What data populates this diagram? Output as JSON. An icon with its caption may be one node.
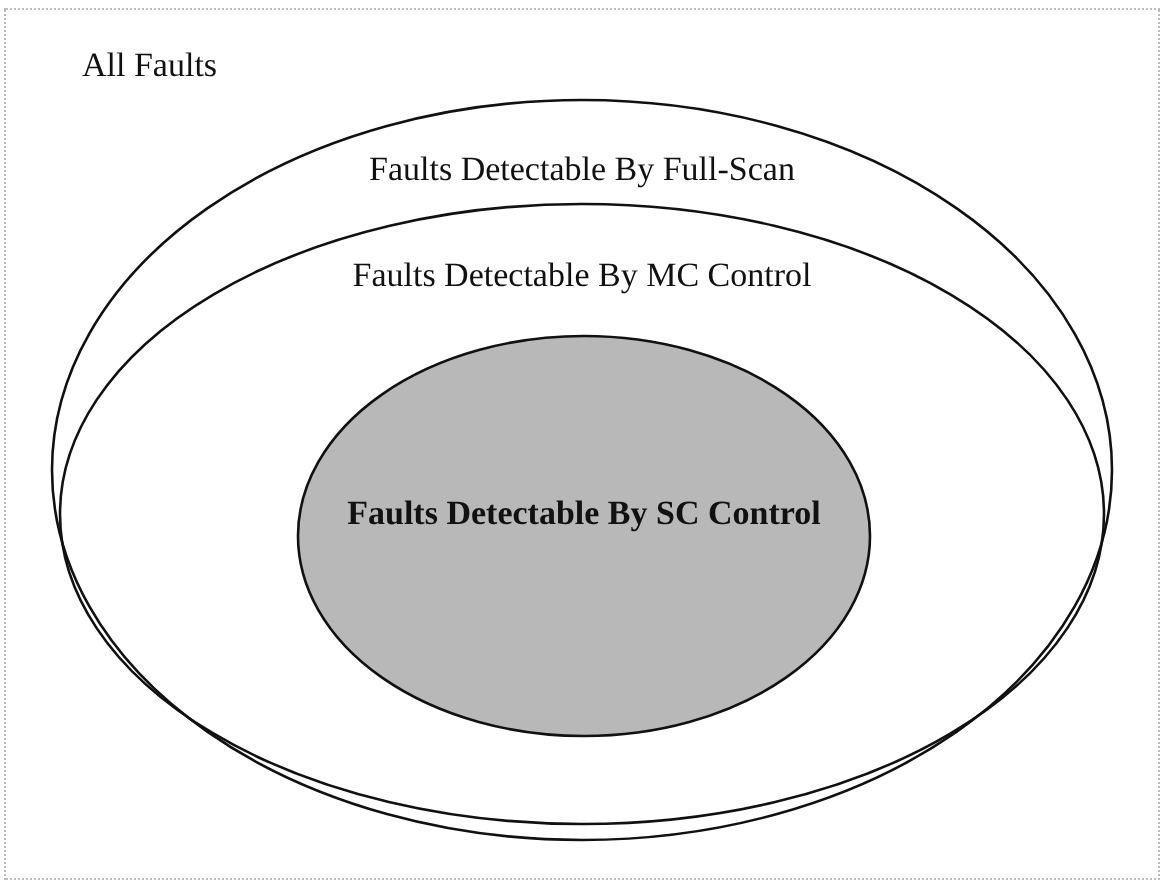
{
  "diagram": {
    "nodes": [
      {
        "text": [
          "All Faults"
        ]
      },
      {
        "text": [
          "Faults Detectable By Full-Scan"
        ],
        "in": 0
      },
      {
        "text": [
          "Faults Detectable By MC Control"
        ],
        "in": 1
      },
      {
        "text": [
          "Faults Detectable By SC Control"
        ],
        "in": 2
      }
    ]
  }
}
